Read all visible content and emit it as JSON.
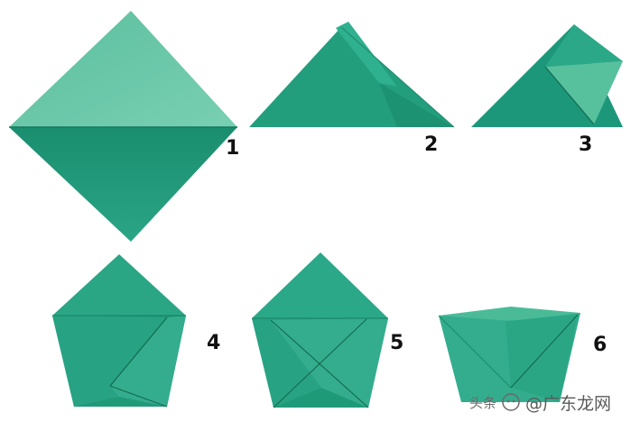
{
  "steps": [
    {
      "label": "1"
    },
    {
      "label": "2"
    },
    {
      "label": "3"
    },
    {
      "label": "4"
    },
    {
      "label": "5"
    },
    {
      "label": "6"
    }
  ],
  "colors": {
    "paper_dark": "#1f9a79",
    "paper_mid": "#2ba887",
    "paper_light": "#5cc1a0",
    "paper_lighter": "#74cdb0",
    "crease": "#13694f"
  },
  "watermark": {
    "prefix": "头条",
    "text": "@广东龙网"
  }
}
